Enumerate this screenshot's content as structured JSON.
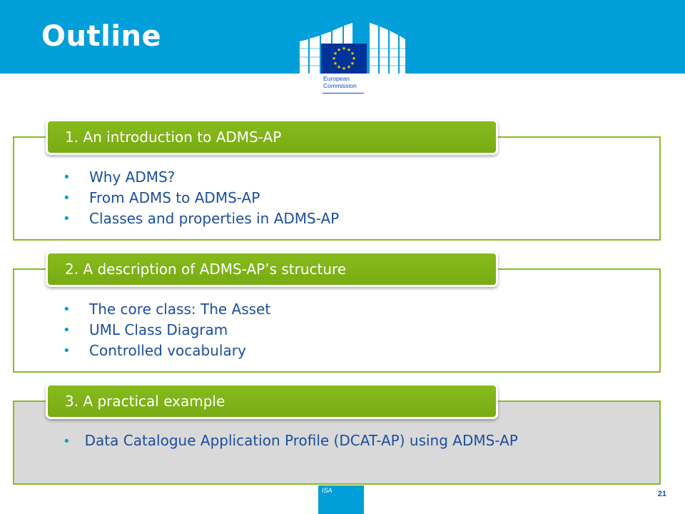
{
  "slide": {
    "title": "Outline",
    "page_number": "21",
    "footer_logo_text": "ISA"
  },
  "logo": {
    "line1": "European",
    "line2": "Commission"
  },
  "sections": [
    {
      "heading": "1. An introduction to ADMS-AP",
      "bullets": [
        "Why ADMS?",
        "From ADMS to ADMS-AP",
        "Classes and properties in ADMS-AP"
      ]
    },
    {
      "heading": "2. A description of ADMS-AP’s structure",
      "bullets": [
        "The core class: The Asset",
        "UML Class Diagram",
        "Controlled vocabulary"
      ]
    },
    {
      "heading": "3. A practical example",
      "bullets": [
        "Data Catalogue Application Profile (DCAT-AP) using ADMS-AP"
      ]
    }
  ],
  "colors": {
    "header_blue": "#009fda",
    "accent_green": "#86bb1c",
    "text_blue": "#1b4e9d"
  }
}
